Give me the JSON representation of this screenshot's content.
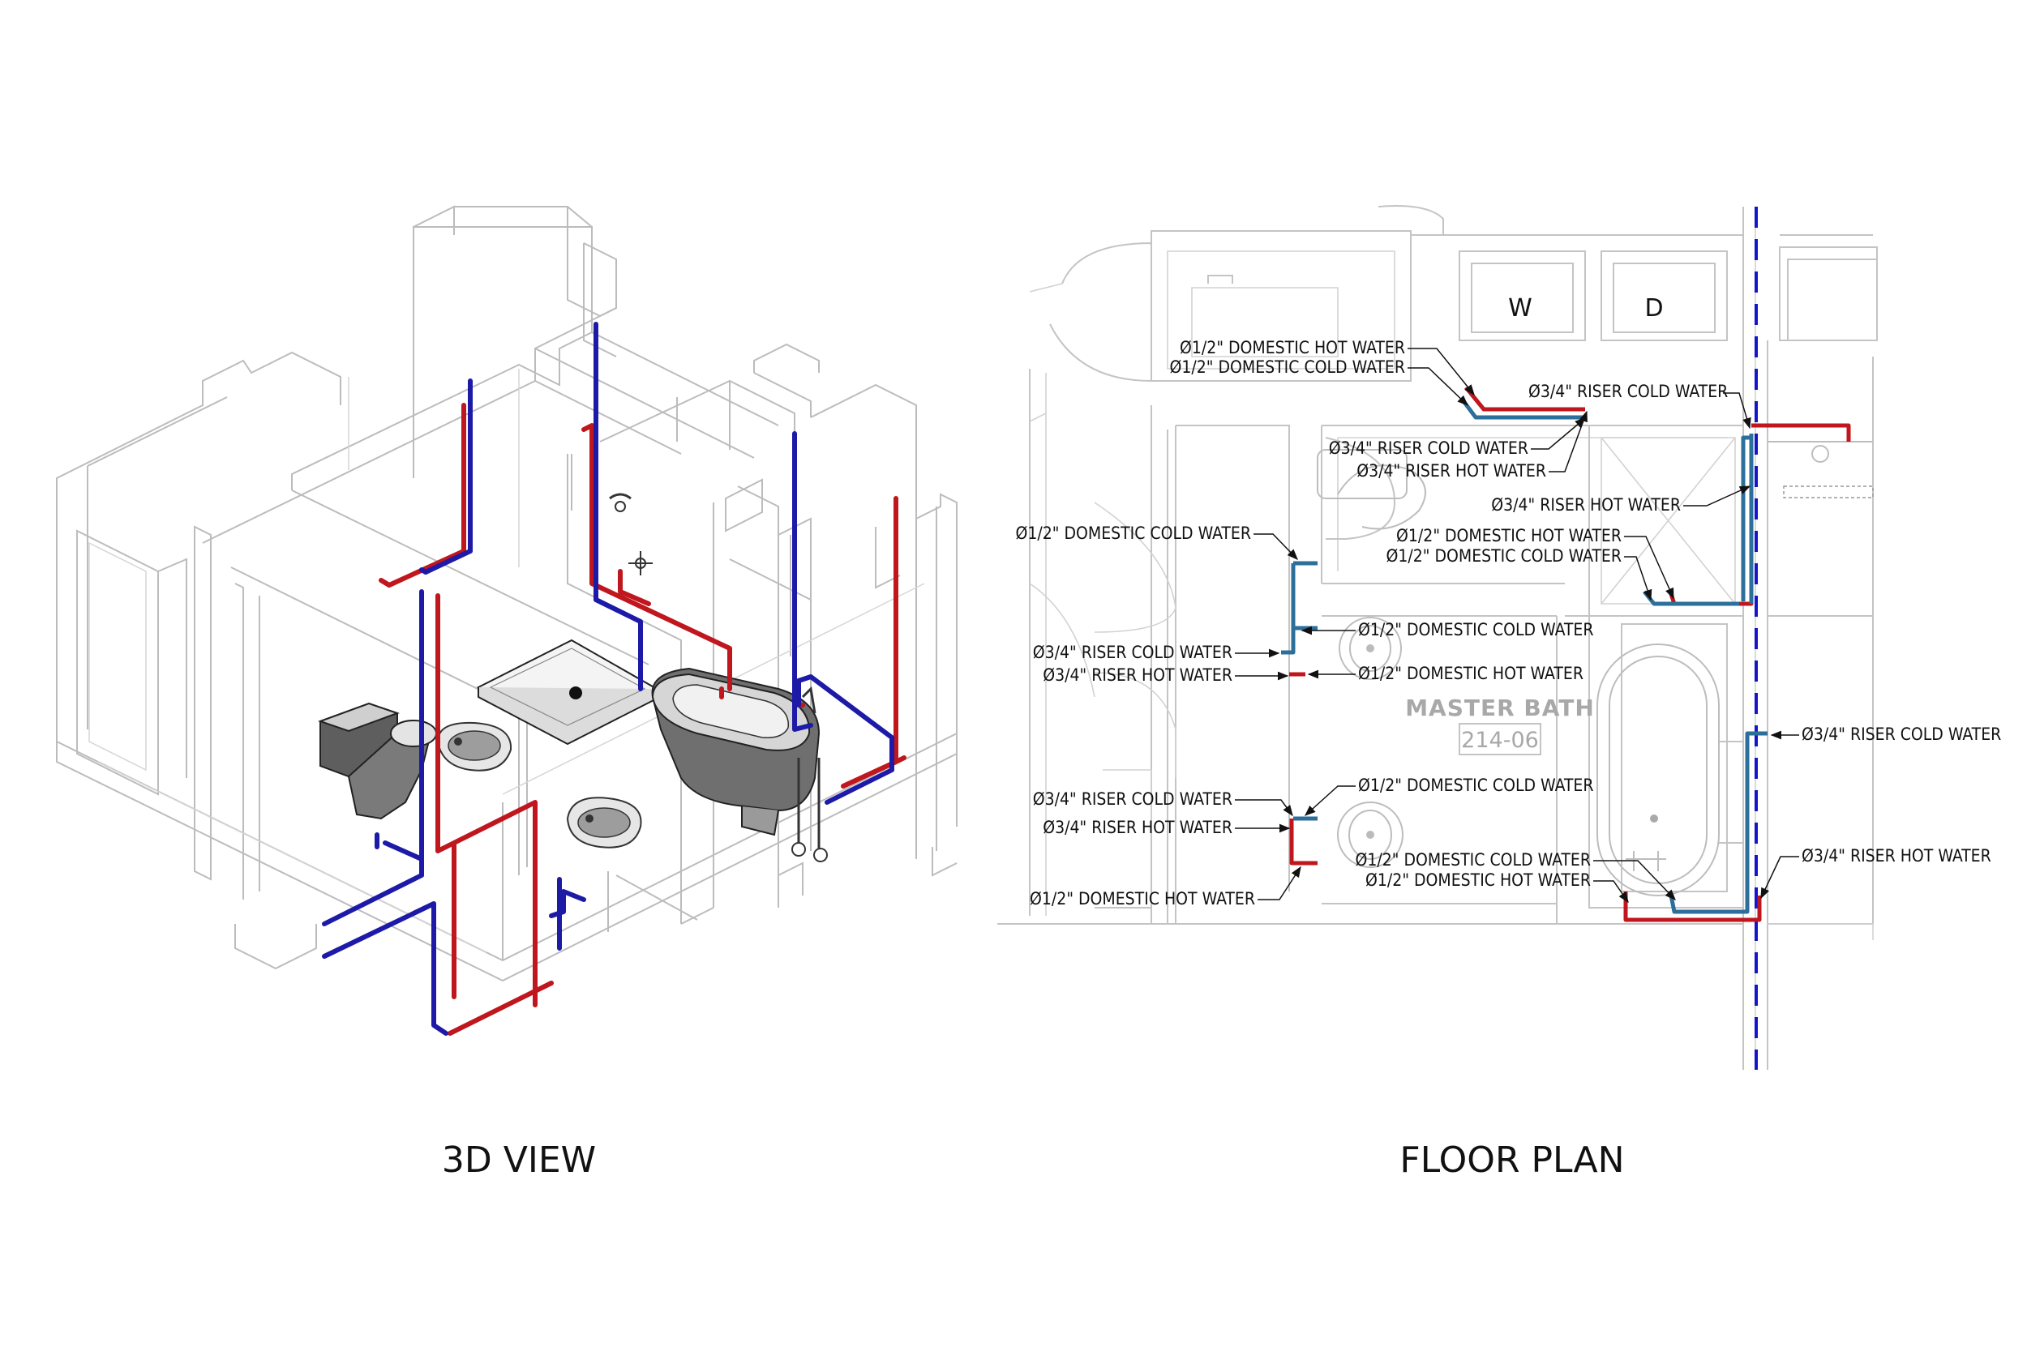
{
  "colors": {
    "hot_water": "#c0161d",
    "cold_water_plan": "#2b6f9a",
    "cold_water_3d": "#1d1aa8",
    "riser_centerline": "#1414c8"
  },
  "view_3d": {
    "caption": "3D VIEW"
  },
  "floor_plan": {
    "caption": "FLOOR PLAN",
    "room_name": "MASTER BATH",
    "room_number": "214-06",
    "appliance_w": "W",
    "appliance_d": "D",
    "labels": {
      "top_hot_half": "Ø1/2\" DOMESTIC HOT WATER",
      "top_cold_half": "Ø1/2\" DOMESTIC COLD WATER",
      "top_riser_cold_right": "Ø3/4\" RISER COLD WATER",
      "top_riser_cold_mid": "Ø3/4\" RISER COLD WATER",
      "top_riser_hot_mid": "Ø3/4\" RISER HOT WATER",
      "right_riser_hot": "Ø3/4\" RISER HOT WATER",
      "shower_hot_half": "Ø1/2\" DOMESTIC HOT WATER",
      "shower_cold_half": "Ø1/2\" DOMESTIC COLD WATER",
      "wc_cold_half": "Ø1/2\" DOMESTIC COLD WATER",
      "lav1_cold_half": "Ø1/2\" DOMESTIC COLD WATER",
      "lav1_riser_cold": "Ø3/4\" RISER COLD WATER",
      "lav1_riser_hot": "Ø3/4\" RISER HOT WATER",
      "lav1_hot_half": "Ø1/2\" DOMESTIC HOT WATER",
      "lav2_riser_cold": "Ø3/4\" RISER COLD WATER",
      "lav2_cold_half": "Ø1/2\" DOMESTIC COLD WATER",
      "lav2_riser_hot": "Ø3/4\" RISER HOT WATER",
      "lav2_hot_half": "Ø1/2\" DOMESTIC HOT WATER",
      "tub_riser_cold": "Ø3/4\" RISER COLD WATER",
      "tub_cold_half": "Ø1/2\" DOMESTIC COLD WATER",
      "tub_hot_half": "Ø1/2\" DOMESTIC HOT WATER",
      "tub_riser_hot": "Ø3/4\" RISER HOT WATER"
    }
  }
}
